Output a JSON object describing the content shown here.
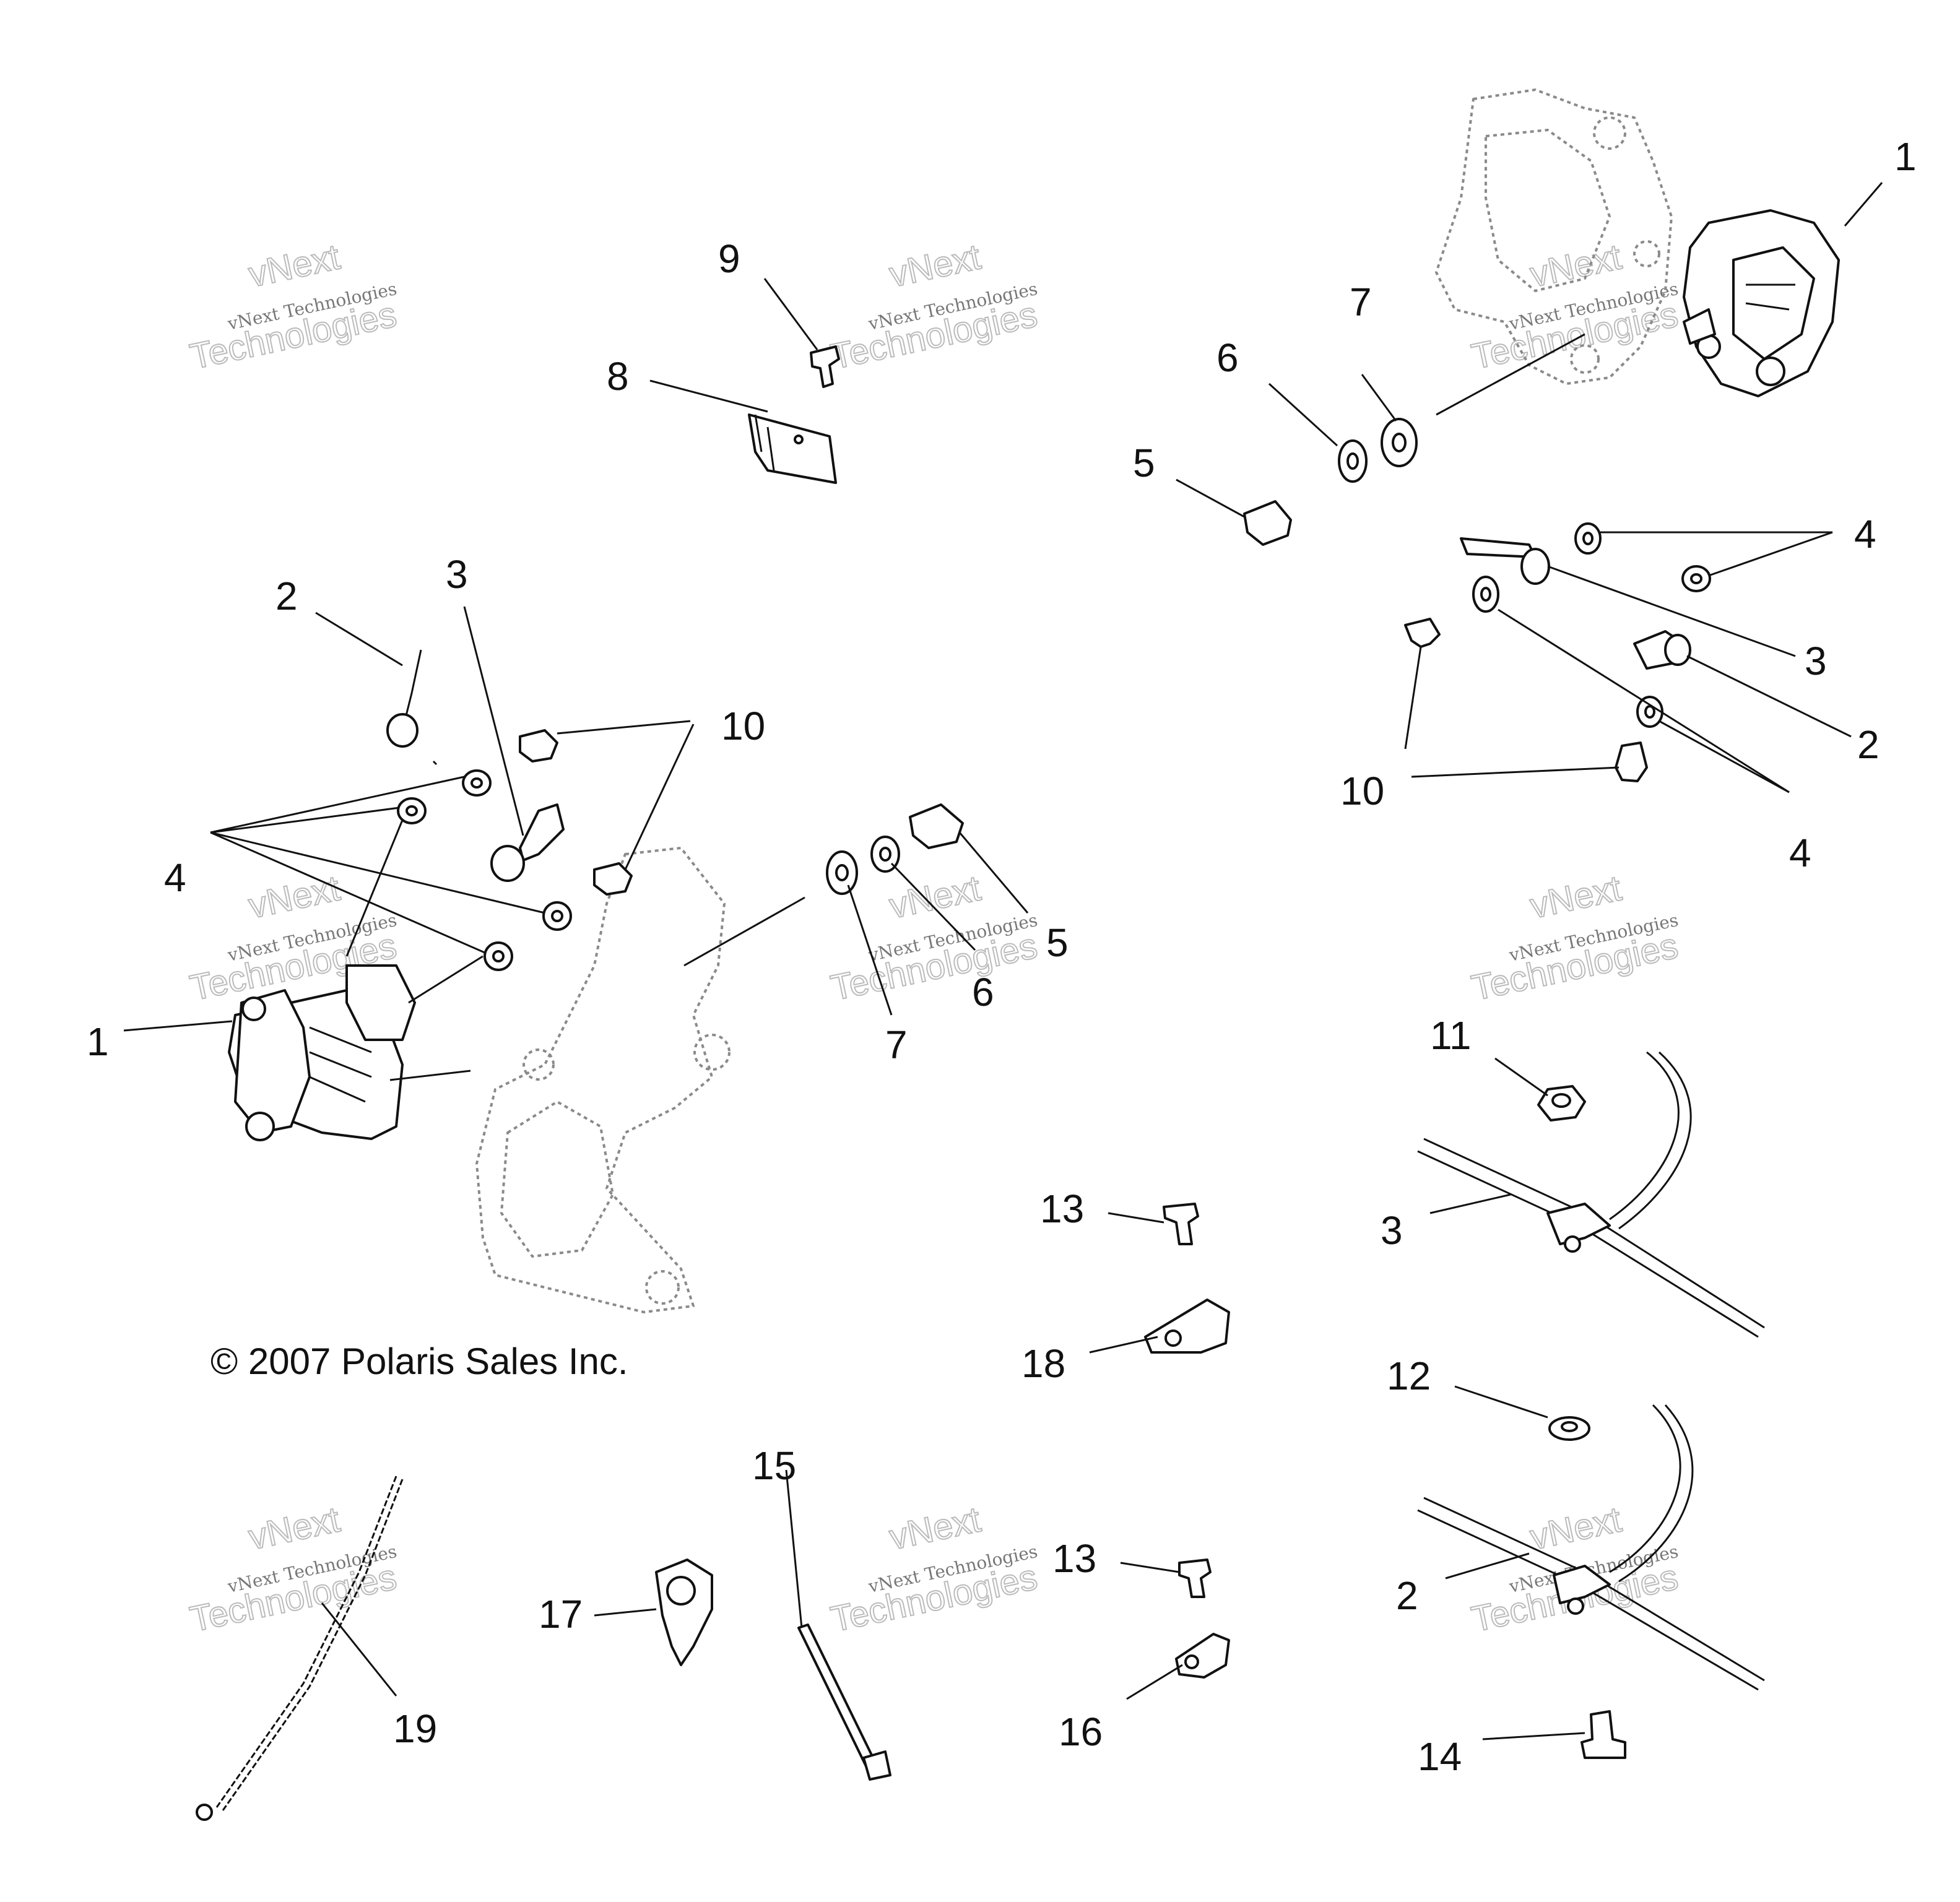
{
  "copyright": "© 2007 Polaris Sales Inc.",
  "watermark": {
    "line1": "vNext Technologies",
    "big_top": "vNext",
    "big_bottom": "Technologies"
  },
  "callouts": [
    "1",
    "2",
    "3",
    "4",
    "5",
    "6",
    "7",
    "8",
    "9",
    "10",
    "11",
    "12",
    "13",
    "14",
    "15",
    "16",
    "17",
    "18",
    "19"
  ]
}
